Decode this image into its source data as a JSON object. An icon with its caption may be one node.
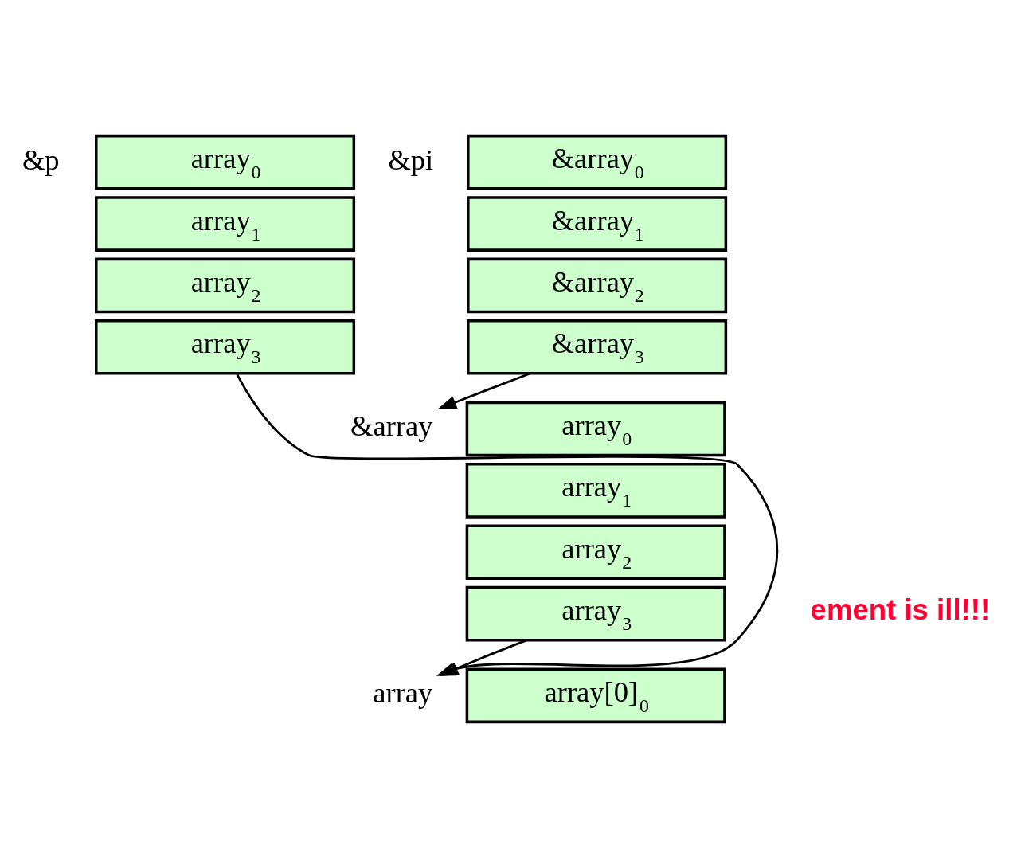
{
  "diagram": {
    "nodes": [
      {
        "text": [
          "&p"
        ]
      },
      {
        "text": [
          "array$_{0}$"
        ]
      },
      {
        "text": [
          "array$_{1}$"
        ]
      },
      {
        "text": [
          "array$_{2}$"
        ]
      },
      {
        "text": [
          "array$_{3}$"
        ]
      },
      {
        "text": [
          "&pi"
        ]
      },
      {
        "text": [
          "&array$_{0}$"
        ]
      },
      {
        "text": [
          "&array$_{1}$"
        ]
      },
      {
        "text": [
          "&array$_{2}$"
        ]
      },
      {
        "text": [
          "&array$_{3}$"
        ]
      },
      {
        "text": [
          "&array"
        ]
      },
      {
        "text": [
          "array$_{0}$"
        ]
      },
      {
        "text": [
          "array$_{1}$"
        ]
      },
      {
        "text": [
          "array$_{2}$"
        ]
      },
      {
        "text": [
          "array$_{3}$"
        ]
      },
      {
        "text": [
          "array"
        ]
      },
      {
        "text": [
          "array[0]$_{0}$"
        ]
      }
    ],
    "edges": [
      {
        "from": 9,
        "to": 10,
        "arrow": "to"
      },
      {
        "from": 4,
        "to": 15,
        "arrow": "to"
      },
      {
        "from": 14,
        "to": 15,
        "arrow": "to"
      }
    ],
    "labels": [
      "ement is ill!!!"
    ]
  }
}
